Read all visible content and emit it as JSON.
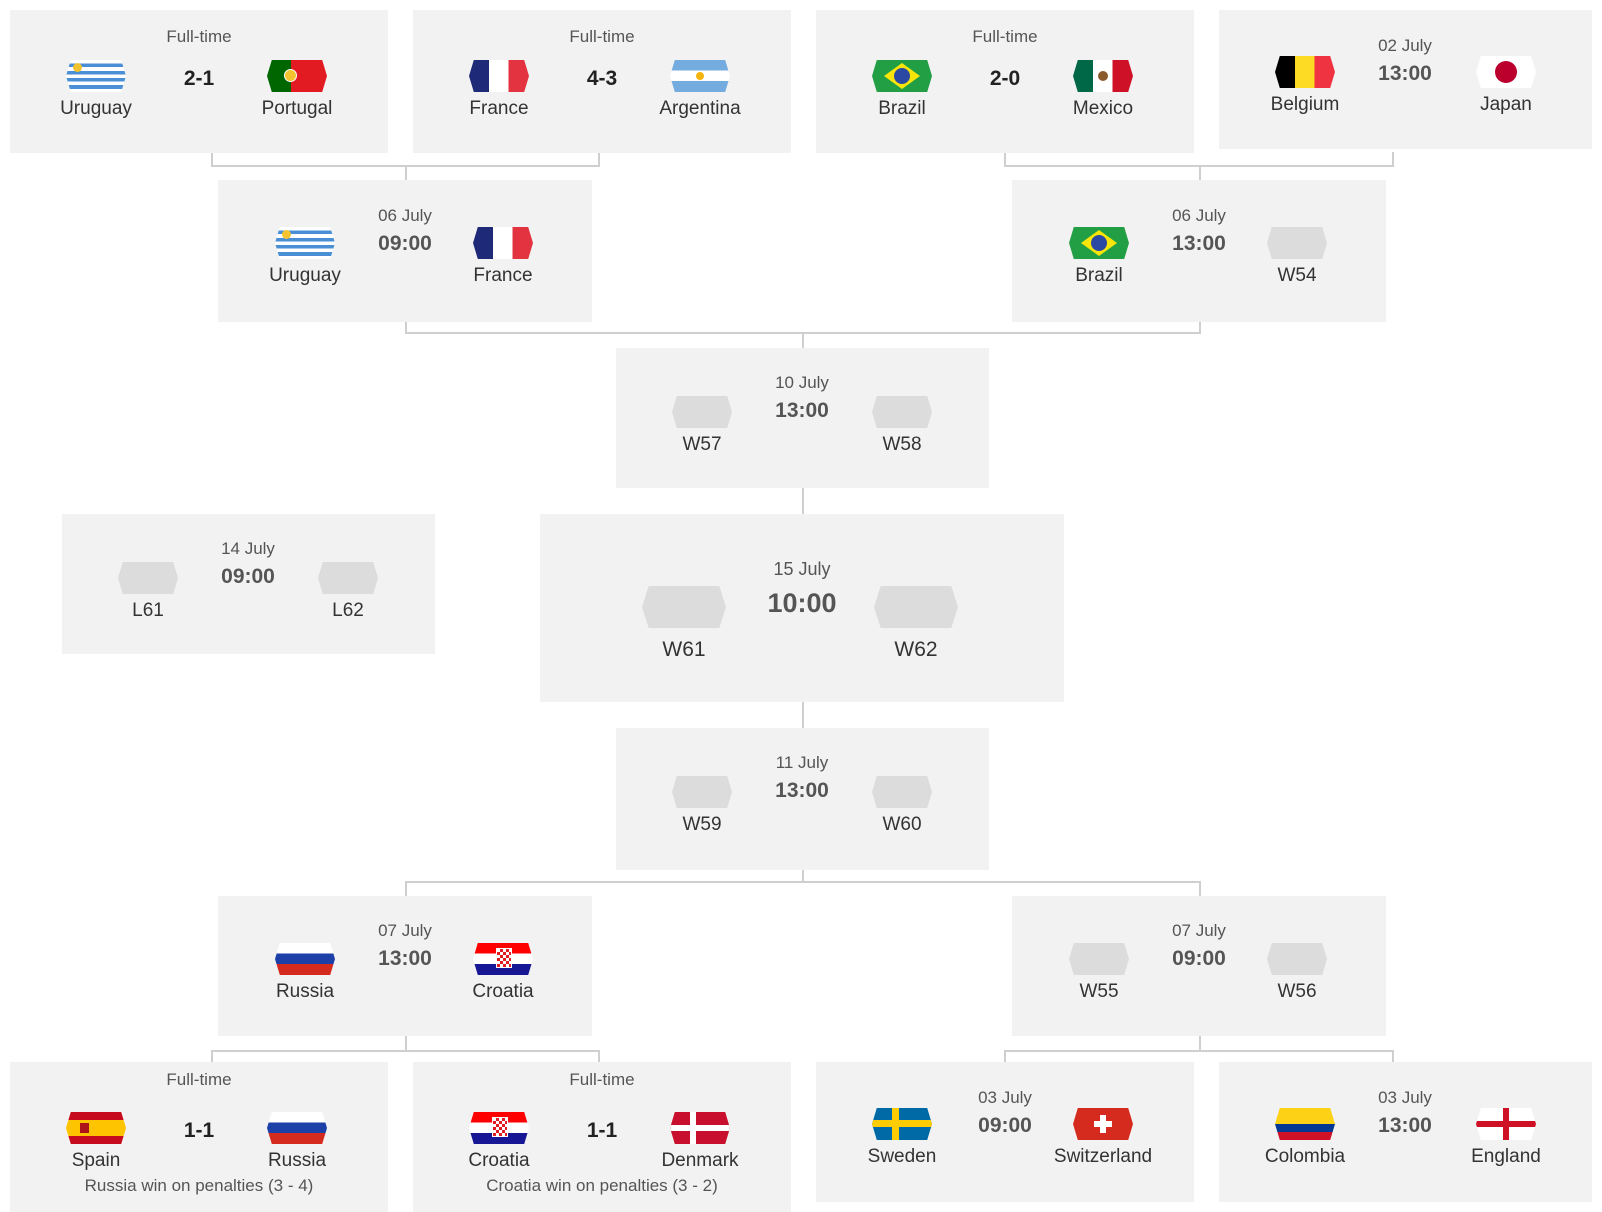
{
  "bracket": {
    "r16_top": [
      {
        "status": "Full-time",
        "score": "2-1",
        "home": {
          "name": "Uruguay",
          "flag": "uruguay-flag"
        },
        "away": {
          "name": "Portugal",
          "flag": "portugal-flag"
        }
      },
      {
        "status": "Full-time",
        "score": "4-3",
        "home": {
          "name": "France",
          "flag": "france-flag"
        },
        "away": {
          "name": "Argentina",
          "flag": "argentina-flag"
        }
      },
      {
        "status": "Full-time",
        "score": "2-0",
        "home": {
          "name": "Brazil",
          "flag": "brazil-flag"
        },
        "away": {
          "name": "Mexico",
          "flag": "mexico-flag"
        }
      },
      {
        "date": "02 July",
        "time": "13:00",
        "home": {
          "name": "Belgium",
          "flag": "belgium-flag"
        },
        "away": {
          "name": "Japan",
          "flag": "japan-flag"
        }
      }
    ],
    "qf_top": [
      {
        "date": "06 July",
        "time": "09:00",
        "home": {
          "name": "Uruguay"
        },
        "away": {
          "name": "France"
        }
      },
      {
        "date": "06 July",
        "time": "13:00",
        "home": {
          "name": "Brazil"
        },
        "away": {
          "name": "W54"
        }
      }
    ],
    "sf_top": {
      "date": "10 July",
      "time": "13:00",
      "home": {
        "name": "W57"
      },
      "away": {
        "name": "W58"
      }
    },
    "third_place": {
      "date": "14 July",
      "time": "09:00",
      "home": {
        "name": "L61"
      },
      "away": {
        "name": "L62"
      }
    },
    "final": {
      "date": "15 July",
      "time": "10:00",
      "home": {
        "name": "W61"
      },
      "away": {
        "name": "W62"
      }
    },
    "sf_bottom": {
      "date": "11 July",
      "time": "13:00",
      "home": {
        "name": "W59"
      },
      "away": {
        "name": "W60"
      }
    },
    "qf_bottom": [
      {
        "date": "07 July",
        "time": "13:00",
        "home": {
          "name": "Russia"
        },
        "away": {
          "name": "Croatia"
        }
      },
      {
        "date": "07 July",
        "time": "09:00",
        "home": {
          "name": "W55"
        },
        "away": {
          "name": "W56"
        }
      }
    ],
    "r16_bottom": [
      {
        "status": "Full-time",
        "score": "1-1",
        "home": {
          "name": "Spain"
        },
        "away": {
          "name": "Russia"
        },
        "note": "Russia win on penalties (3 - 4)"
      },
      {
        "status": "Full-time",
        "score": "1-1",
        "home": {
          "name": "Croatia"
        },
        "away": {
          "name": "Denmark"
        },
        "note": "Croatia win on penalties (3 - 2)"
      },
      {
        "date": "03 July",
        "time": "09:00",
        "home": {
          "name": "Sweden"
        },
        "away": {
          "name": "Switzerland"
        }
      },
      {
        "date": "03 July",
        "time": "13:00",
        "home": {
          "name": "Colombia"
        },
        "away": {
          "name": "England"
        }
      }
    ]
  },
  "colors": {
    "card_bg": "#f2f2f2",
    "connector": "#cfcfcf",
    "placeholder_flag": "#dcdcdc"
  }
}
